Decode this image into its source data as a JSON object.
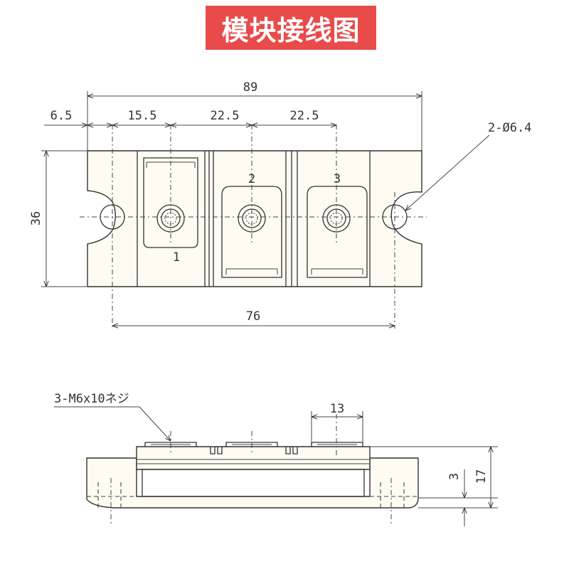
{
  "title": "模块接线图",
  "top_view": {
    "dims": {
      "overall_length": "89",
      "edge_to_hole": "6.5",
      "hole_to_terminal1": "15.5",
      "terminal_pitch_1_2": "22.5",
      "terminal_pitch_2_3": "22.5",
      "height": "36",
      "hole_spacing": "76"
    },
    "hole_callout": "2-Ø6.4",
    "terminal_labels": [
      "1",
      "2",
      "3"
    ]
  },
  "side_view": {
    "screw_callout": "3-M6x10ネジ",
    "dims": {
      "terminal_width": "13",
      "base_thickness": "3",
      "total_height": "17"
    }
  },
  "colors": {
    "banner": "#e94b4b",
    "body_fill": "#fdfbf2",
    "line": "#333333"
  }
}
